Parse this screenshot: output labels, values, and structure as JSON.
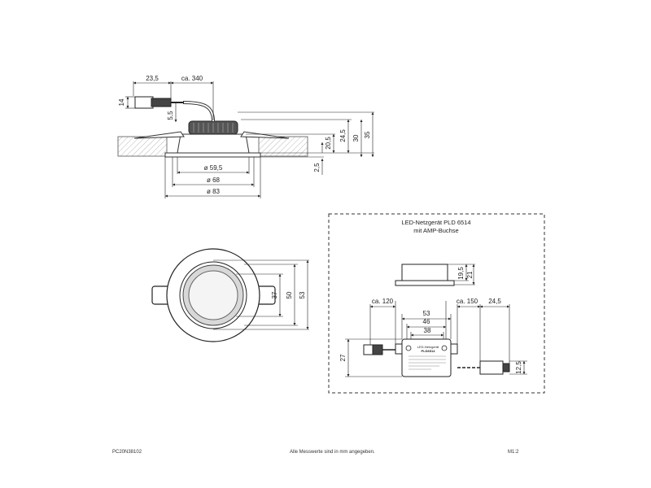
{
  "drawing": {
    "top_view_dims": {
      "connector_width": "23,5",
      "cable_length": "ca. 340",
      "connector_height": "14",
      "cable_offset": "5,5",
      "depth_20_5": "20,5",
      "depth_24_5": "24,5",
      "depth_30": "30",
      "depth_35": "35",
      "flange": "2,5",
      "dia_59_5": "ø 59,5",
      "dia_68": "ø 68",
      "dia_83": "ø 83"
    },
    "front_view_dims": {
      "inner": "37",
      "middle": "50",
      "outer": "53"
    },
    "driver_box": {
      "title_line1": "LED-Netzgerät PLD 6514",
      "title_line2": "mit AMP-Buchse",
      "height_19_5": "19,5",
      "height_21": "21",
      "cable_left": "ca. 120",
      "cable_right": "ca. 150",
      "plug_len": "24,5",
      "width_53": "53",
      "width_46": "46",
      "width_38": "38",
      "height_27": "27",
      "plug_h": "12,5",
      "label_lines": [
        "LED-Netzgerät",
        "PLD6514"
      ]
    }
  },
  "footer": {
    "code": "PC20N38102",
    "note": "Alle Messwerte sind in mm angegeben.",
    "scale": "M1:2"
  }
}
